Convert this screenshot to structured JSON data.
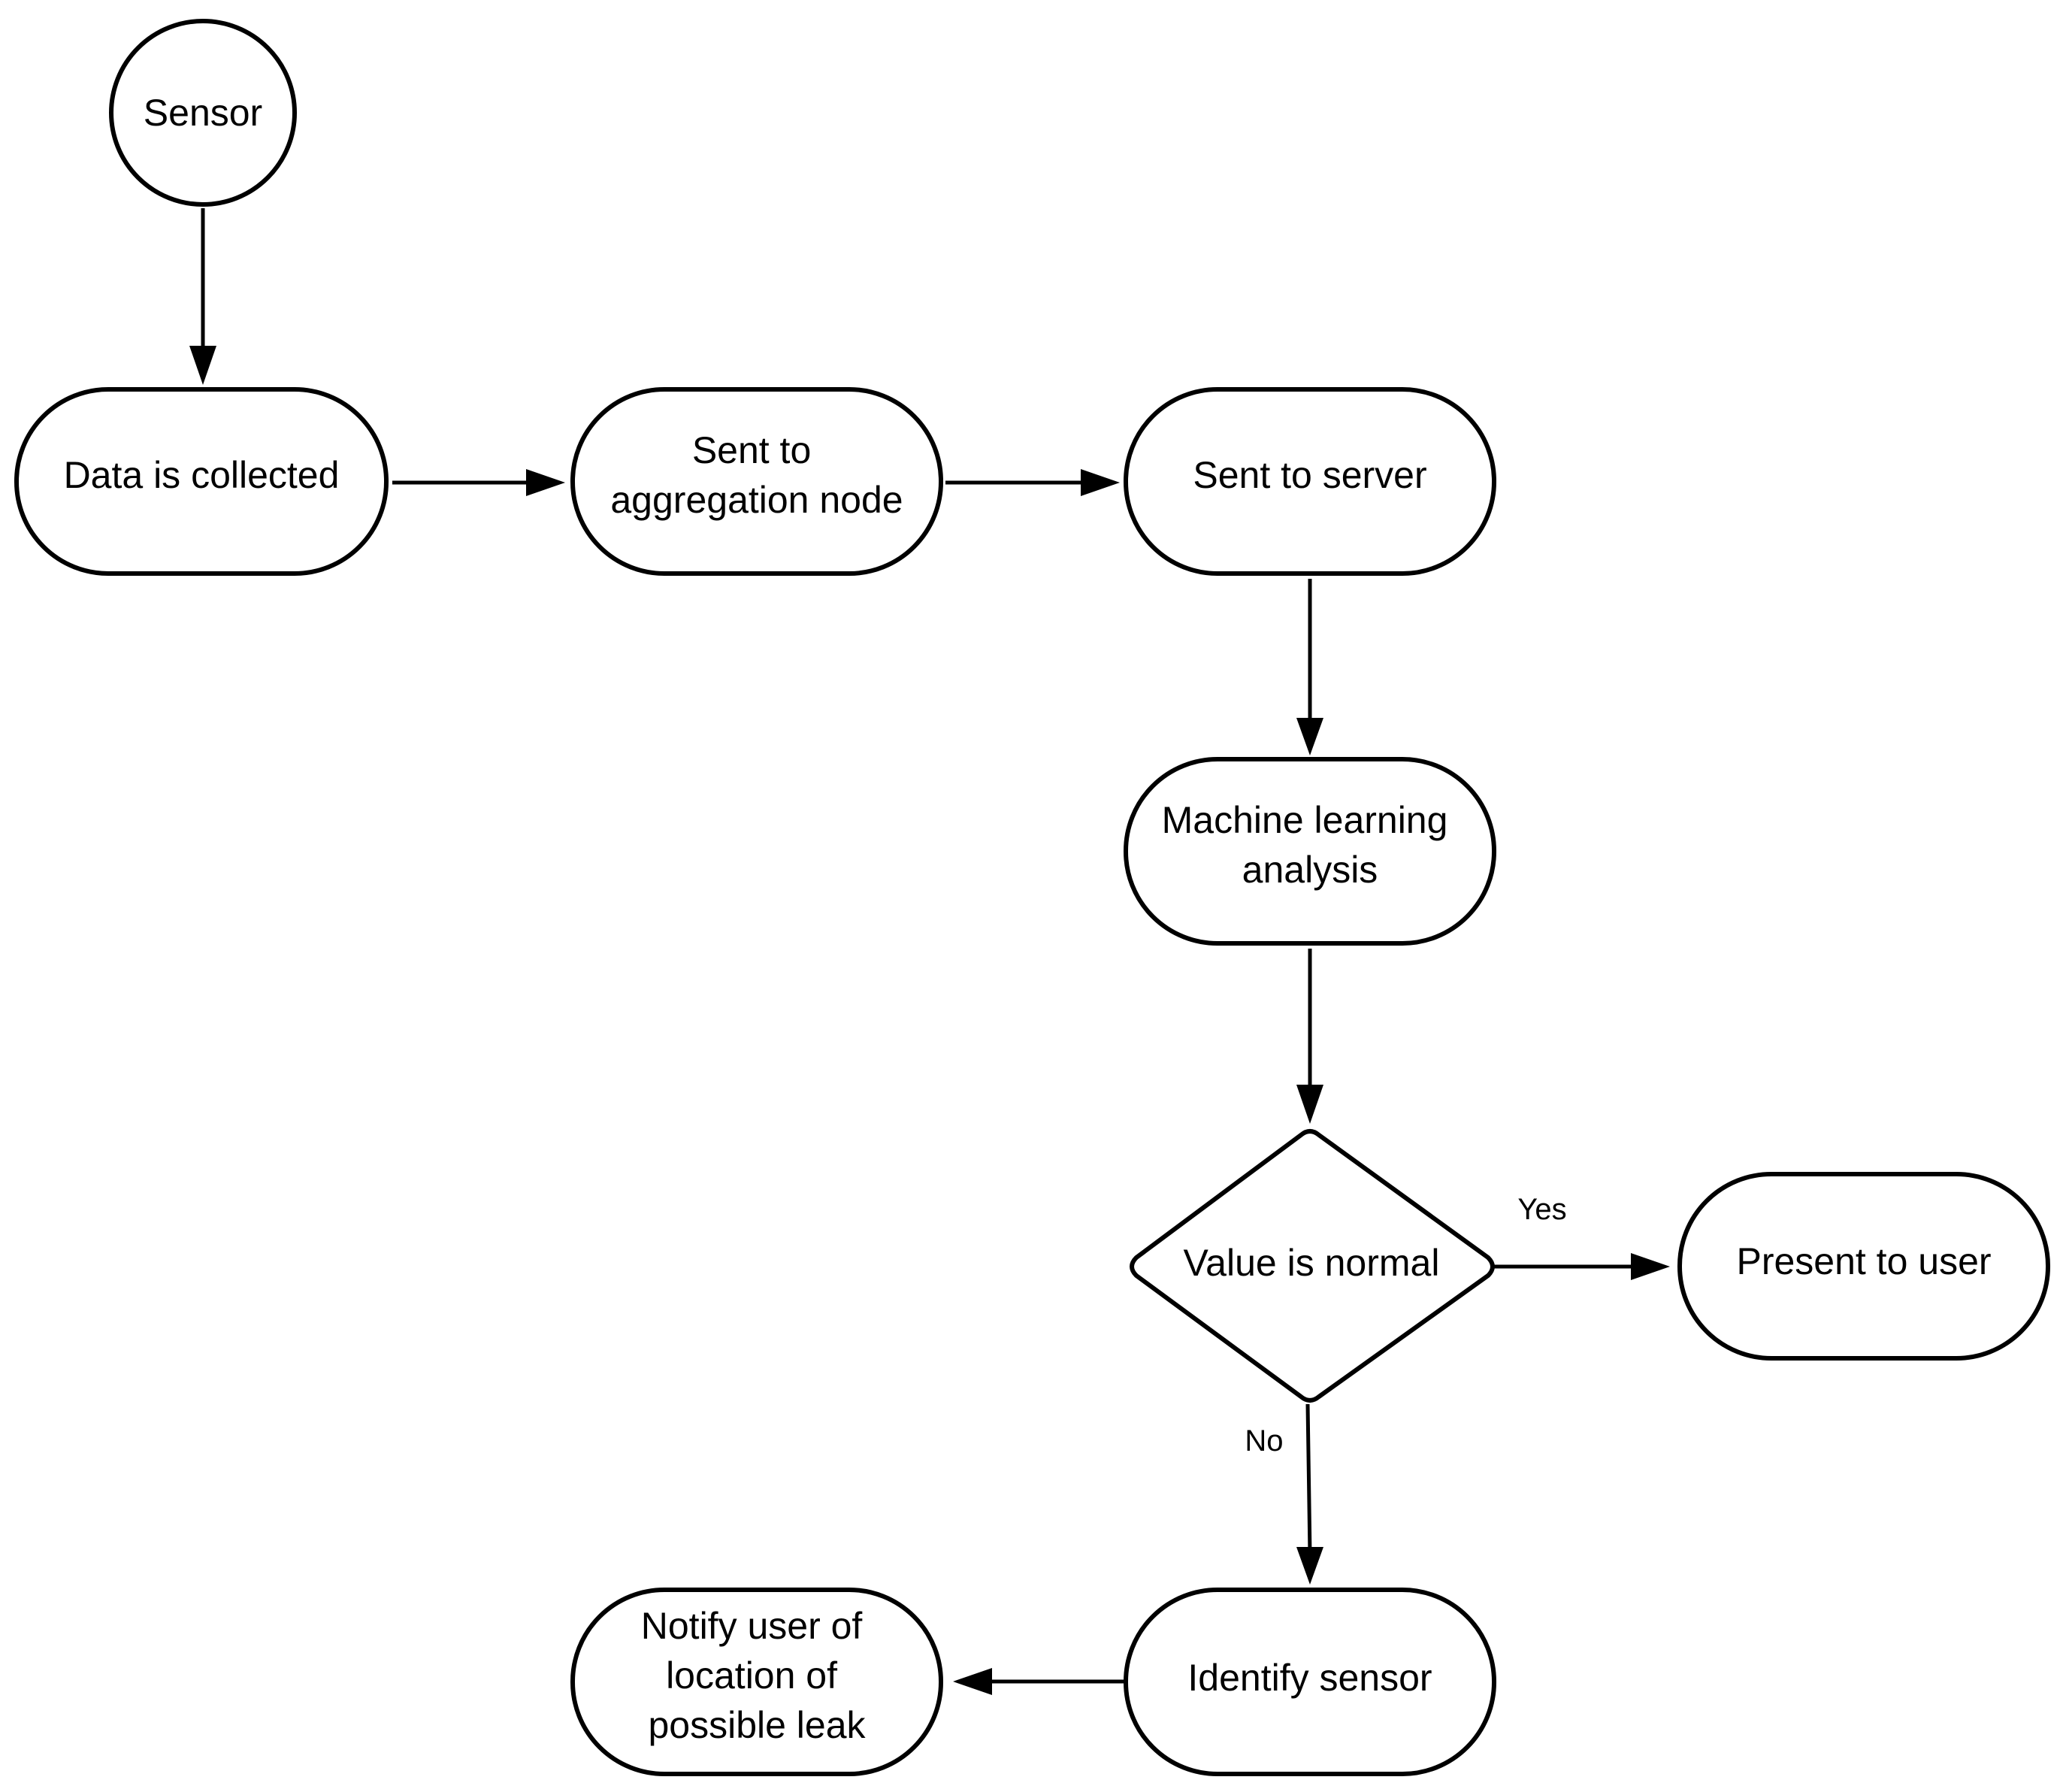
{
  "diagram": {
    "nodes": {
      "sensor": {
        "label": "Sensor"
      },
      "collect": {
        "label": "Data is collected"
      },
      "aggregation": {
        "label": "Sent to aggregation node",
        "lines": [
          "Sent to",
          "aggregation node"
        ]
      },
      "server": {
        "label": "Sent to server"
      },
      "ml": {
        "label": "Machine learning analysis",
        "lines": [
          "Machine learning",
          "analysis"
        ]
      },
      "decision": {
        "label": "Value is normal"
      },
      "present": {
        "label": "Present to user"
      },
      "identify": {
        "label": "Identify sensor"
      },
      "notify": {
        "label": "Notify user of location of possible leak",
        "lines": [
          "Notify user of",
          "location of",
          "possible leak"
        ]
      }
    },
    "edges": {
      "yes": {
        "label": "Yes"
      },
      "no": {
        "label": "No"
      }
    }
  },
  "colors": {
    "stroke": "#000000",
    "fill": "#ffffff"
  }
}
